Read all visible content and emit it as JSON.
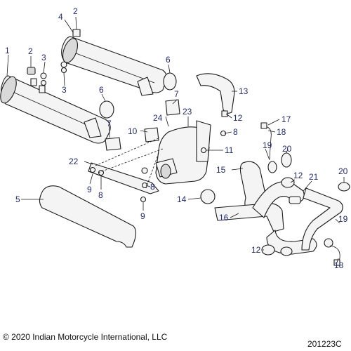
{
  "callouts": [
    {
      "id": "c4a",
      "text": "4"
    },
    {
      "id": "c2a",
      "text": "2"
    },
    {
      "id": "c1",
      "text": "1"
    },
    {
      "id": "c2b",
      "text": "2"
    },
    {
      "id": "c3a",
      "text": "3"
    },
    {
      "id": "c3b",
      "text": "3"
    },
    {
      "id": "c6a",
      "text": "6"
    },
    {
      "id": "c6b",
      "text": "6"
    },
    {
      "id": "c7a",
      "text": "7"
    },
    {
      "id": "c13",
      "text": "13"
    },
    {
      "id": "c24",
      "text": "24"
    },
    {
      "id": "c23",
      "text": "23"
    },
    {
      "id": "c12a",
      "text": "12"
    },
    {
      "id": "c17",
      "text": "17"
    },
    {
      "id": "c7b",
      "text": "7"
    },
    {
      "id": "c10",
      "text": "10"
    },
    {
      "id": "c8a",
      "text": "8"
    },
    {
      "id": "c18a",
      "text": "18"
    },
    {
      "id": "c19a",
      "text": "19"
    },
    {
      "id": "c20a",
      "text": "20"
    },
    {
      "id": "c11",
      "text": "11"
    },
    {
      "id": "c22",
      "text": "22"
    },
    {
      "id": "c15",
      "text": "15"
    },
    {
      "id": "c12b",
      "text": "12"
    },
    {
      "id": "c21",
      "text": "21"
    },
    {
      "id": "c20b",
      "text": "20"
    },
    {
      "id": "c9a",
      "text": "9"
    },
    {
      "id": "c8b",
      "text": "8"
    },
    {
      "id": "c8c",
      "text": "8"
    },
    {
      "id": "c5",
      "text": "5"
    },
    {
      "id": "c14",
      "text": "14"
    },
    {
      "id": "c9b",
      "text": "9"
    },
    {
      "id": "c16",
      "text": "16"
    },
    {
      "id": "c19b",
      "text": "19"
    },
    {
      "id": "c12c",
      "text": "12"
    },
    {
      "id": "c18b",
      "text": "18"
    }
  ],
  "footer": {
    "copyright": "© 2020 Indian Motorcycle International, LLC",
    "diagram_code": "201223C"
  },
  "colors": {
    "callout": "#1f2a7a",
    "line": "#1a1a1a"
  }
}
